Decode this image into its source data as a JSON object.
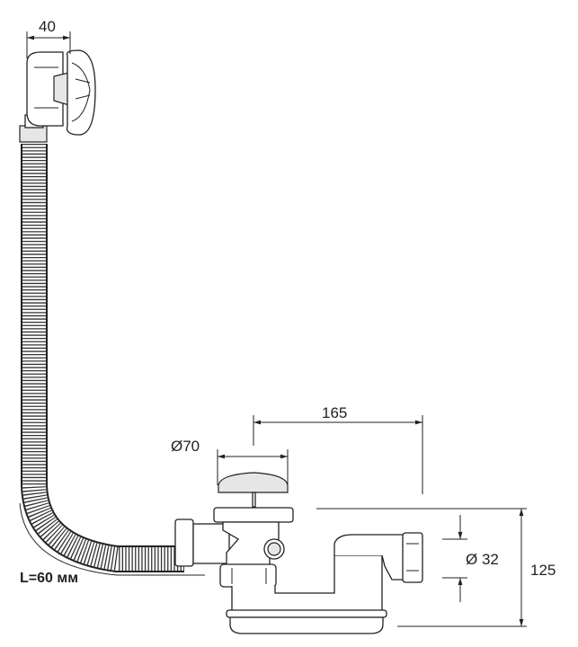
{
  "drawing": {
    "dimensions": {
      "overflow_width": "40",
      "offset": "165",
      "plug_diameter": "Ø70",
      "outlet_diameter": "Ø 32",
      "height": "125"
    },
    "hose_length_label": "L=60 мм"
  }
}
